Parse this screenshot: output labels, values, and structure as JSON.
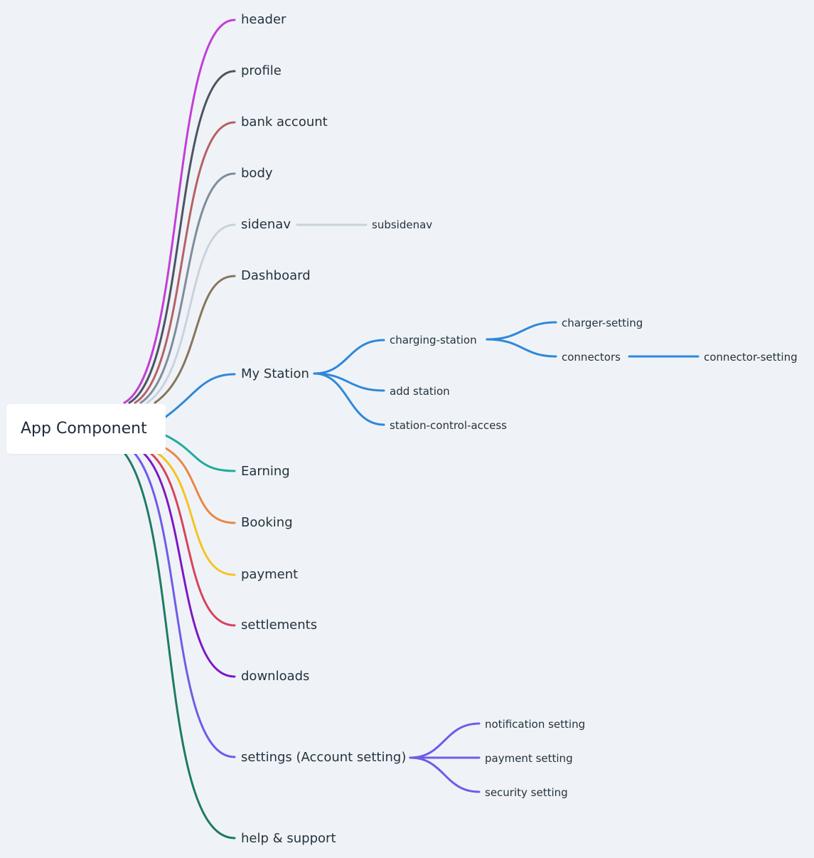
{
  "root": {
    "label": "App Component"
  },
  "branches": {
    "header": {
      "label": "header",
      "color": "#c13fd6"
    },
    "profile": {
      "label": "profile",
      "color": "#4b5563"
    },
    "bank_account": {
      "label": "bank account",
      "color": "#b46266"
    },
    "body": {
      "label": "body",
      "color": "#7f8c9b"
    },
    "sidenav": {
      "label": "sidenav",
      "color": "#c8d3de",
      "children": [
        "subsidenav"
      ]
    },
    "dashboard": {
      "label": "Dashboard",
      "color": "#86755c"
    },
    "my_station": {
      "label": "My Station",
      "color": "#2f88d8",
      "children": {
        "charging_station": "charging-station",
        "add_station": "add station",
        "station_control_access": "station-control-access"
      },
      "charging_station_children": {
        "charger_setting": "charger-setting",
        "connectors": "connectors"
      },
      "connectors_children": [
        "connector-setting"
      ]
    },
    "earning": {
      "label": "Earning",
      "color": "#22ab9b"
    },
    "booking": {
      "label": "Booking",
      "color": "#ea8743"
    },
    "payment": {
      "label": "payment",
      "color": "#f5c322"
    },
    "settlements": {
      "label": "settlements",
      "color": "#d6445c"
    },
    "downloads": {
      "label": "downloads",
      "color": "#7c18c4"
    },
    "settings": {
      "label": "settings (Account setting)",
      "color": "#6f5ce8",
      "children": [
        "notification setting",
        "payment setting",
        "security setting"
      ]
    },
    "help_support": {
      "label": "help & support",
      "color": "#1f7a63"
    }
  }
}
